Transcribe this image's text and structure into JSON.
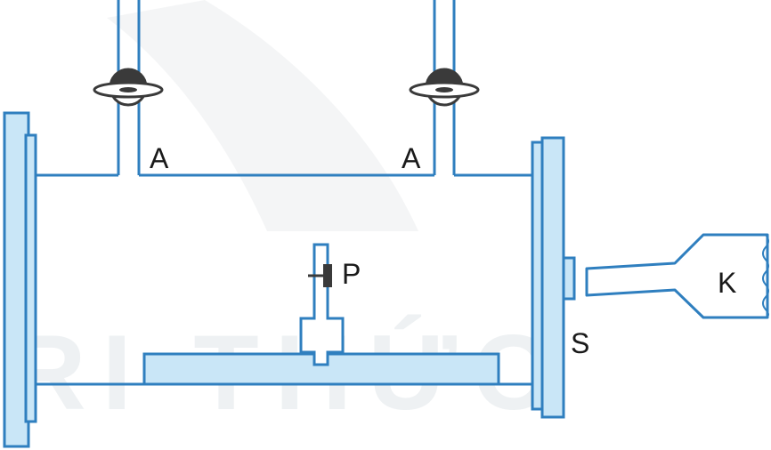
{
  "labels": {
    "valve_left": "A",
    "valve_right": "A",
    "probe": "P",
    "screen": "S",
    "source": "K"
  },
  "watermark": {
    "text": "RI THỨC"
  },
  "colors": {
    "outline": "#2f7fbf",
    "fill_light": "#c9e6f7",
    "valve_dark": "#3a3a3a",
    "label": "#1a1a1a"
  }
}
